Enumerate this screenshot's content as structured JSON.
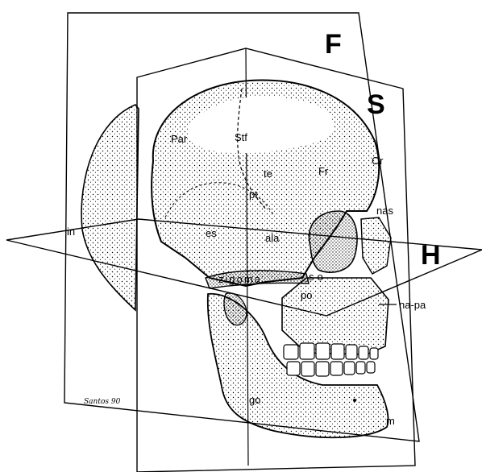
{
  "planes": {
    "frontal": "F",
    "sagittal": "S",
    "horizontal": "H"
  },
  "labels": {
    "par": "Par",
    "stf": "Stf",
    "fr": "Fr",
    "or": "Or",
    "te": "te",
    "pt": "pt",
    "es": "es",
    "ala": "ala",
    "nas": "nas",
    "in": "in",
    "zigoma": "zigoma",
    "so": "so",
    "po": "po",
    "na_pa": "na-pa",
    "go": "go",
    "m": "m"
  },
  "signature": "Santos 90",
  "colors": {
    "ink": "#000000",
    "paper": "#ffffff"
  }
}
